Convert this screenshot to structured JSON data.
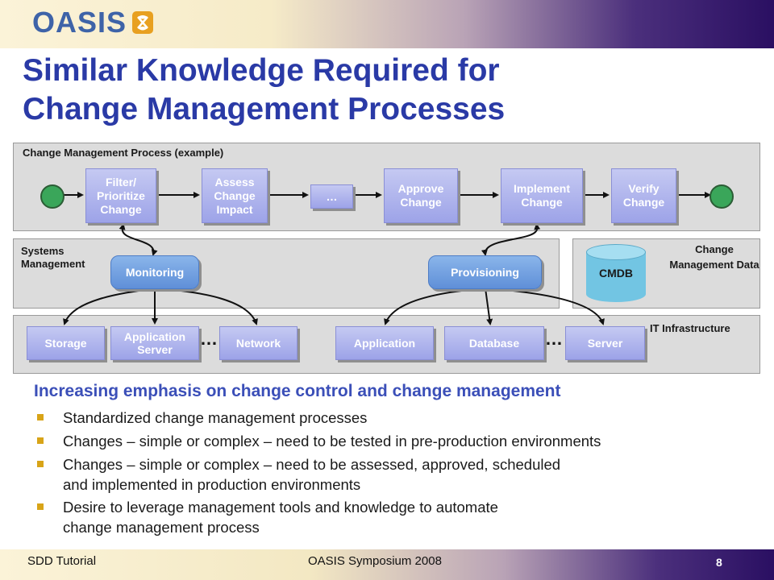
{
  "brand": {
    "logo_text": "OASIS"
  },
  "title": {
    "line1": "Similar Knowledge Required for",
    "line2": "Change Management Processes"
  },
  "process": {
    "label": "Change Management Process (example)",
    "steps": [
      {
        "label": "Filter/ Prioritize Change"
      },
      {
        "label": "Assess Change Impact"
      },
      {
        "label": "…"
      },
      {
        "label": "Approve Change"
      },
      {
        "label": "Implement Change"
      },
      {
        "label": "Verify Change"
      }
    ]
  },
  "systems": {
    "label": "Systems Management",
    "monitoring": "Monitoring",
    "provisioning": "Provisioning"
  },
  "data_panel": {
    "label": "Change Management Data",
    "cmdb": "CMDB"
  },
  "infra": {
    "label": "IT Infrastructure",
    "items": [
      "Storage",
      "Application Server",
      "Network",
      "Application",
      "Database",
      "Server"
    ],
    "ellipsis": "…"
  },
  "heading": "Increasing emphasis on change control and change management",
  "bullets": [
    {
      "line1": "Standardized change management processes",
      "line2": ""
    },
    {
      "line1": "Changes – simple or complex – need to be tested in pre-production environments",
      "line2": ""
    },
    {
      "line1": "Changes – simple or complex – need to be assessed, approved, scheduled",
      "line2": "and implemented in production environments"
    },
    {
      "line1": "Desire to leverage management tools and knowledge to automate",
      "line2": "change management process"
    }
  ],
  "footer": {
    "left": "SDD Tutorial",
    "center": "OASIS Symposium 2008",
    "page": "8"
  },
  "colors": {
    "title": "#2a3aa6",
    "box": "#9da3e8",
    "pill": "#5f8fd8",
    "node": "#3aa65a",
    "cmdb": "#72c5e3",
    "bullet": "#d8a418"
  }
}
